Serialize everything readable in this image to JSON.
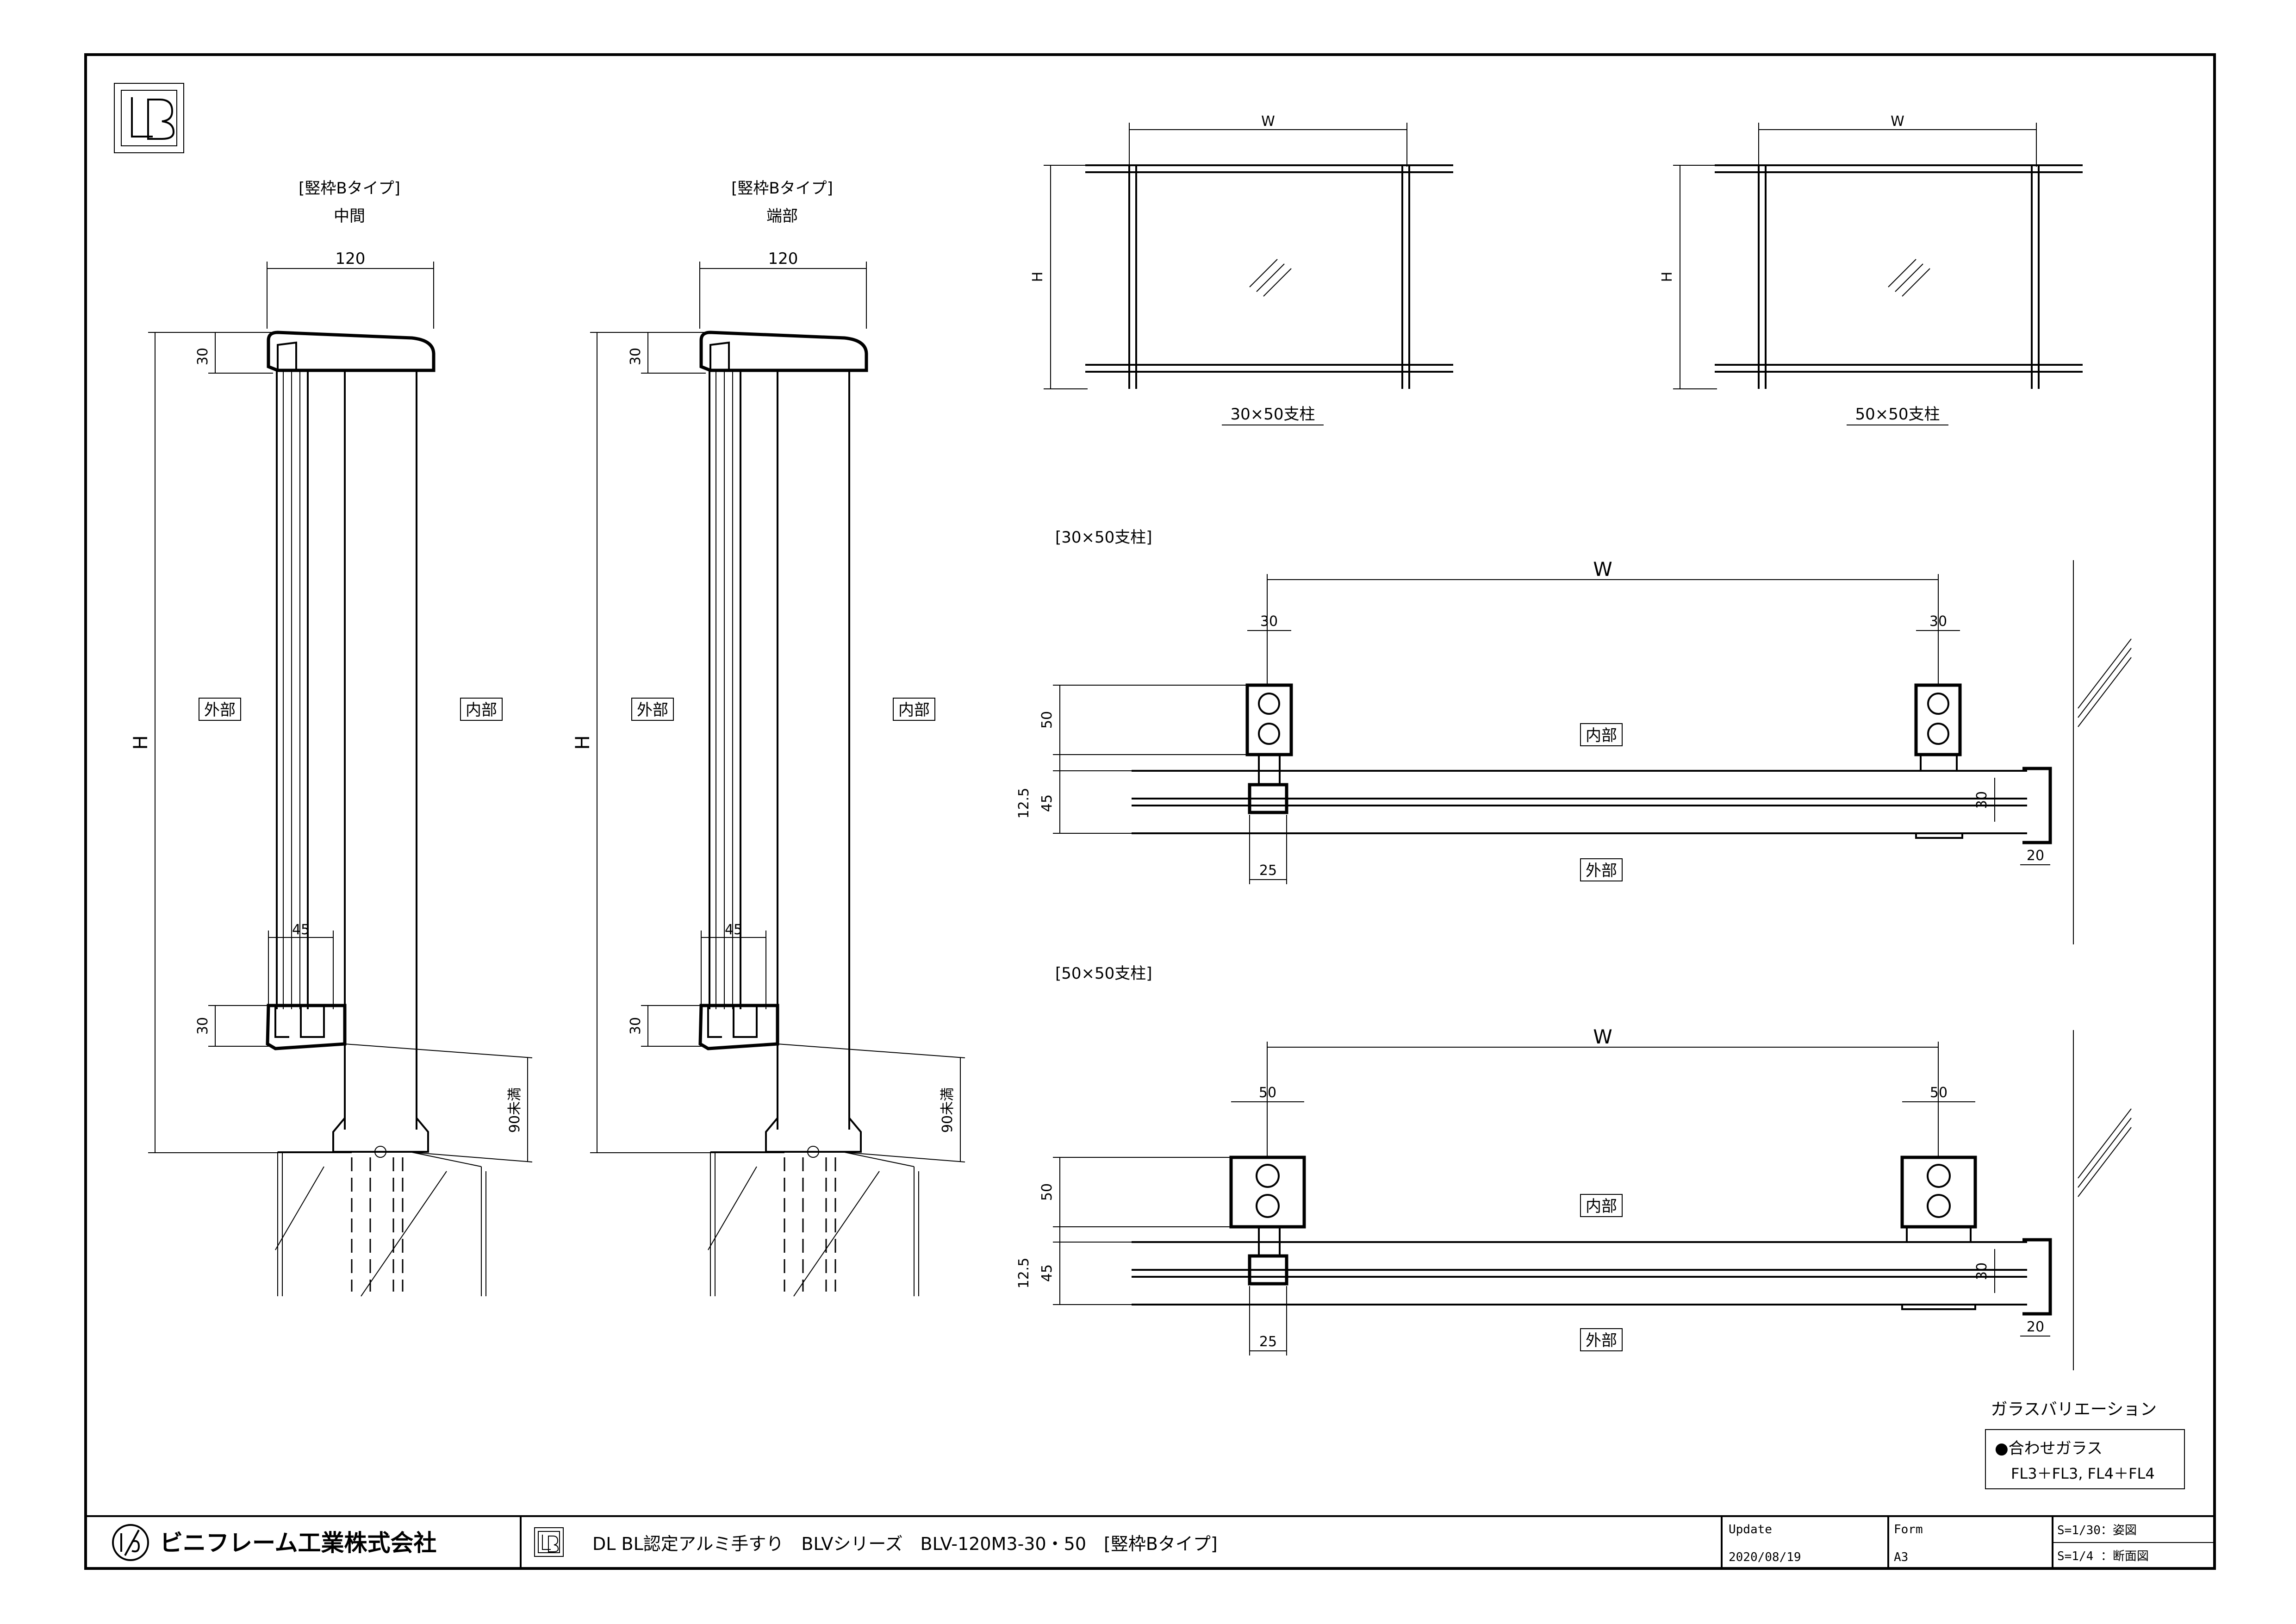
{
  "drawing": {
    "left_section": {
      "type_label": "[竪枠Bタイプ]",
      "position_label": "中間",
      "dim_top_width": "120",
      "dim_top_height": "30",
      "dim_height": "H",
      "label_outside": "外部",
      "label_inside": "内部",
      "dim_glass": "45",
      "dim_bottom_height": "30",
      "dim_base": "90未満"
    },
    "right_section": {
      "type_label": "[竪枠Bタイプ]",
      "position_label": "端部",
      "dim_top_width": "120",
      "dim_top_height": "30",
      "dim_height": "H",
      "label_outside": "外部",
      "label_inside": "内部",
      "dim_glass": "45",
      "dim_bottom_height": "30",
      "dim_base": "90未満"
    },
    "elevation_1": {
      "dim_w": "W",
      "dim_h": "H",
      "caption": "30×50支柱"
    },
    "elevation_2": {
      "dim_w": "W",
      "dim_h": "H",
      "caption": "50×50支柱"
    },
    "plan_1": {
      "heading": "[30×50支柱]",
      "dim_w": "W",
      "dim_post_left": "30",
      "dim_post_right": "30",
      "dim_50": "50",
      "dim_12_5": "12.5",
      "dim_45": "45",
      "dim_25": "25",
      "dim_30_side": "30",
      "dim_20": "20",
      "label_inside": "内部",
      "label_outside": "外部"
    },
    "plan_2": {
      "heading": "[50×50支柱]",
      "dim_w": "W",
      "dim_post_left": "50",
      "dim_post_right": "50",
      "dim_50": "50",
      "dim_12_5": "12.5",
      "dim_45": "45",
      "dim_25": "25",
      "dim_30_side": "30",
      "dim_20": "20",
      "label_inside": "内部",
      "label_outside": "外部"
    },
    "glass_variation": {
      "title": "ガラスバリエーション",
      "item_title": "●合わせガラス",
      "item_detail": "FL3＋FL3, FL4＋FL4"
    }
  },
  "title_block": {
    "company": "ビニフレーム工業株式会社",
    "drawing_title": "DL BL認定アルミ手すり　BLVシリーズ　BLV-120M3-30・50　[竪枠Bタイプ]",
    "update_label": "Update",
    "update_value": "2020/08/19",
    "form_label": "Form",
    "form_value": "A3",
    "scale_1": "S=1/30：姿図",
    "scale_2": "S=1/4 ：断面図"
  }
}
